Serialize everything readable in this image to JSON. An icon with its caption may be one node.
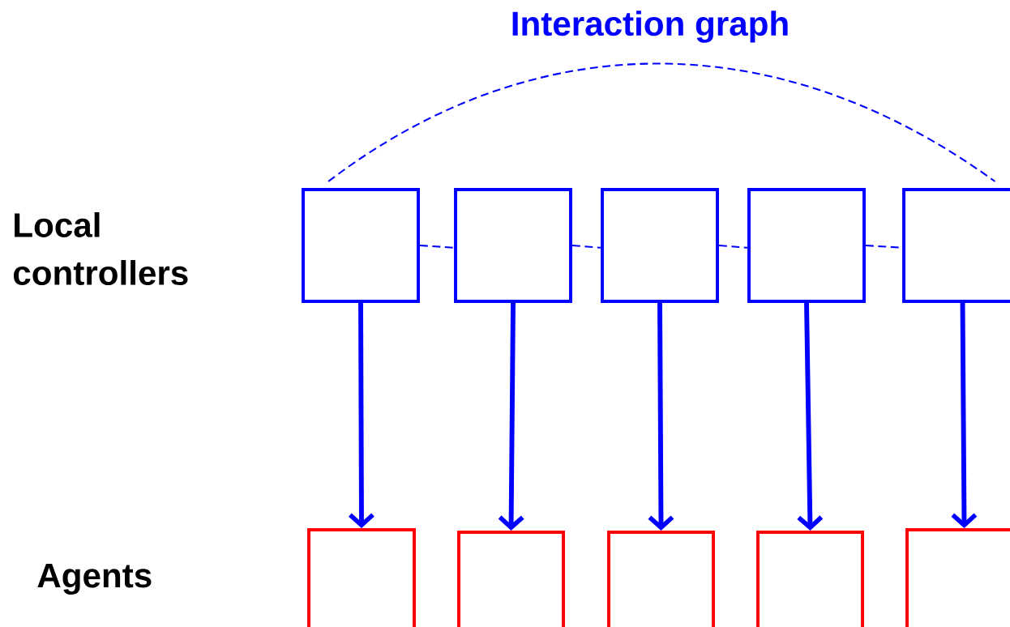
{
  "diagram": {
    "nodes": [
      {
        "text": [],
        "shape": "box"
      },
      {
        "text": [],
        "shape": "box"
      },
      {
        "text": [],
        "shape": "box"
      },
      {
        "text": [],
        "shape": "box"
      },
      {
        "text": [],
        "shape": "box"
      },
      {
        "text": [],
        "shape": "box"
      },
      {
        "text": [],
        "shape": "box"
      },
      {
        "text": [],
        "shape": "box"
      },
      {
        "text": [],
        "shape": "box"
      },
      {
        "text": [],
        "shape": "box"
      }
    ],
    "edges": [
      {
        "from": 0,
        "to": 4,
        "arrow": "none",
        "style": "dashed",
        "label": "Interaction graph"
      },
      {
        "from": 0,
        "to": 1,
        "arrow": "none",
        "style": "dashed"
      },
      {
        "from": 1,
        "to": 2,
        "arrow": "none",
        "style": "dashed"
      },
      {
        "from": 2,
        "to": 3,
        "arrow": "none",
        "style": "dashed"
      },
      {
        "from": 3,
        "to": 4,
        "arrow": "none",
        "style": "dashed"
      },
      {
        "from": 0,
        "to": 5,
        "arrow": "to",
        "style": "thick"
      },
      {
        "from": 1,
        "to": 6,
        "arrow": "to",
        "style": "thick"
      },
      {
        "from": 2,
        "to": 7,
        "arrow": "to",
        "style": "thick"
      },
      {
        "from": 3,
        "to": 8,
        "arrow": "to",
        "style": "thick"
      },
      {
        "from": 4,
        "to": 9,
        "arrow": "to",
        "style": "thick"
      }
    ],
    "labels": [
      "Local controllers",
      "Agents"
    ]
  }
}
